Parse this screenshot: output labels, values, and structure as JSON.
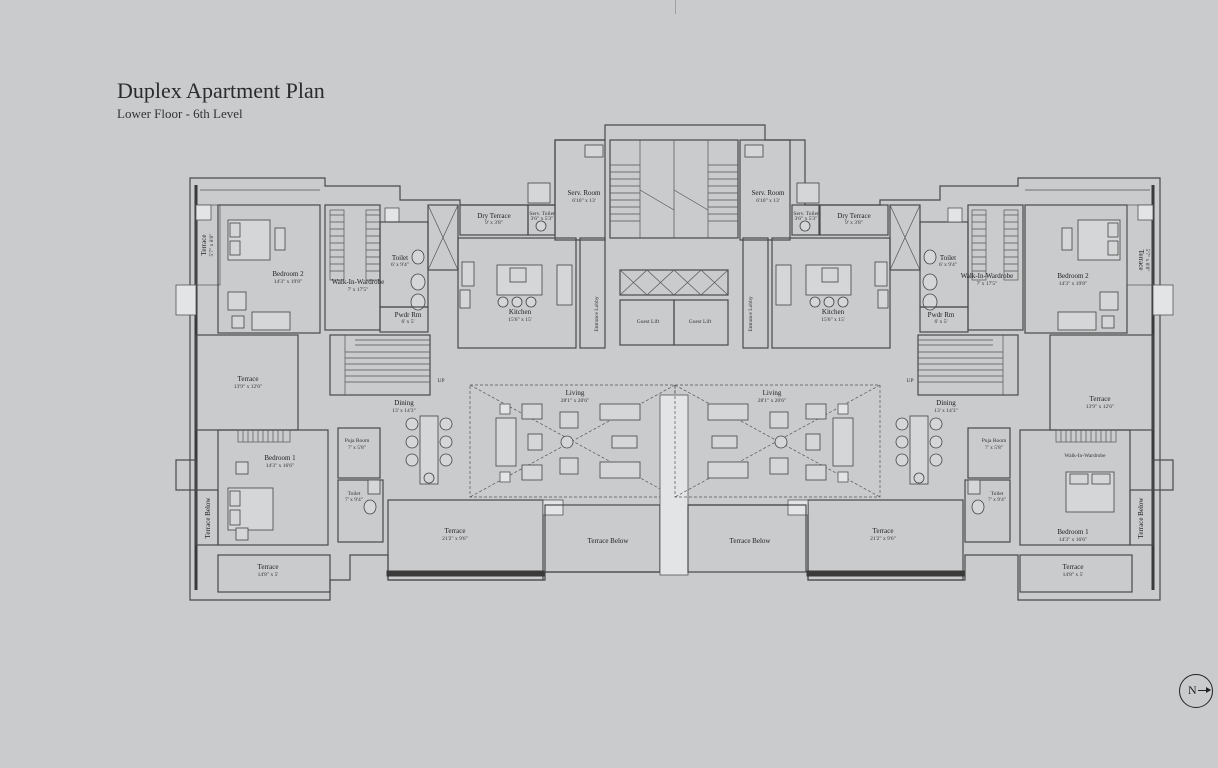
{
  "header": {
    "title": "Duplex Apartment Plan",
    "subtitle": "Lower Floor - 6th Level"
  },
  "compass": {
    "label": "N"
  },
  "rooms": {
    "left_terrace_top": "Terrace",
    "left_terrace_top_dim": "5'7\" x 8'8\"",
    "left_bedroom2": "Bedroom 2",
    "left_bedroom2_dim": "14'3\" x 19'8\"",
    "left_walkin": "Walk-In-Wardrobe",
    "left_walkin_dim": "7' x 17'5\"",
    "left_toilet_top": "Toilet",
    "left_toilet_top_dim": "6' x 9'4\"",
    "left_pwdr": "Pwdr Rm",
    "left_pwdr_dim": "6' x 5'",
    "left_dry_terrace": "Dry Terrace",
    "left_dry_terrace_dim": "9' x 3'8\"",
    "left_serv_toilet": "Serv. Toilet",
    "left_serv_toilet_dim": "3'6\" x 5'3\"",
    "left_serv_room": "Serv. Room",
    "left_serv_room_dim": "6'10\" x 13'",
    "left_kitchen": "Kitchen",
    "left_kitchen_dim": "15'6\" x 15'",
    "left_entrance_lobby": "Entrance Lobby",
    "guest_lift_1": "Guest Lift",
    "guest_lift_2": "Guest Lift",
    "right_entrance_lobby": "Entrance Lobby",
    "right_serv_room": "Serv. Room",
    "right_serv_room_dim": "6'10\" x 13'",
    "right_serv_toilet": "Serv. Toilet",
    "right_serv_toilet_dim": "3'6\" x 5'3\"",
    "right_dry_terrace": "Dry Terrace",
    "right_dry_terrace_dim": "9' x 3'8\"",
    "right_kitchen": "Kitchen",
    "right_kitchen_dim": "15'6\" x 15'",
    "right_toilet_top": "Toilet",
    "right_toilet_top_dim": "6' x 9'4\"",
    "right_pwdr": "Pwdr Rm",
    "right_pwdr_dim": "6' x 5'",
    "right_walkin_top": "Walk-In-Wardrobe",
    "right_walkin_top_dim": "7' x 17'5\"",
    "right_bedroom2": "Bedroom 2",
    "right_bedroom2_dim": "14'3\" x 19'8\"",
    "right_terrace_top": "Terrace",
    "right_terrace_top_dim": "5'7\" x 8'8\"",
    "left_terrace_mid": "Terrace",
    "left_terrace_mid_dim": "13'9\" x 12'6\"",
    "left_up": "UP",
    "left_dining": "Dining",
    "left_dining_dim": "13' x 14'3\"",
    "left_living": "Living",
    "left_living_dim": "28'1\" x 20'6\"",
    "right_living": "Living",
    "right_living_dim": "28'1\" x 20'6\"",
    "right_dining": "Dining",
    "right_dining_dim": "13' x 14'3\"",
    "right_up": "UP",
    "right_terrace_mid": "Terrace",
    "right_terrace_mid_dim": "13'9\" x 12'6\"",
    "left_puja": "Puja Room",
    "left_puja_dim": "7' x 5'8\"",
    "left_bedroom1": "Bedroom 1",
    "left_bedroom1_dim": "14'3\" x 16'6\"",
    "left_toilet_bot": "Toilet",
    "left_toilet_bot_dim": "7' x 9'4\"",
    "left_terrace_below_side": "Terrace Below",
    "left_terrace_bot": "Terrace",
    "left_terrace_bot_dim": "21'2\" x 9'6\"",
    "left_terrace_below": "Terrace Below",
    "right_terrace_below": "Terrace Below",
    "right_terrace_bot": "Terrace",
    "right_terrace_bot_dim": "21'2\" x 9'6\"",
    "right_puja": "Puja Room",
    "right_puja_dim": "7' x 5'8\"",
    "right_walkin_bot": "Walk-In-Wardrobe",
    "right_toilet_bot": "Toilet",
    "right_toilet_bot_dim": "7' x 9'4\"",
    "right_bedroom1": "Bedroom 1",
    "right_bedroom1_dim": "14'3\" x 16'6\"",
    "right_terrace_below_side": "Terrace Below",
    "left_terrace_small": "Terrace",
    "left_terrace_small_dim": "14'8\" x 5'",
    "right_terrace_small": "Terrace",
    "right_terrace_small_dim": "14'8\" x 5'"
  }
}
